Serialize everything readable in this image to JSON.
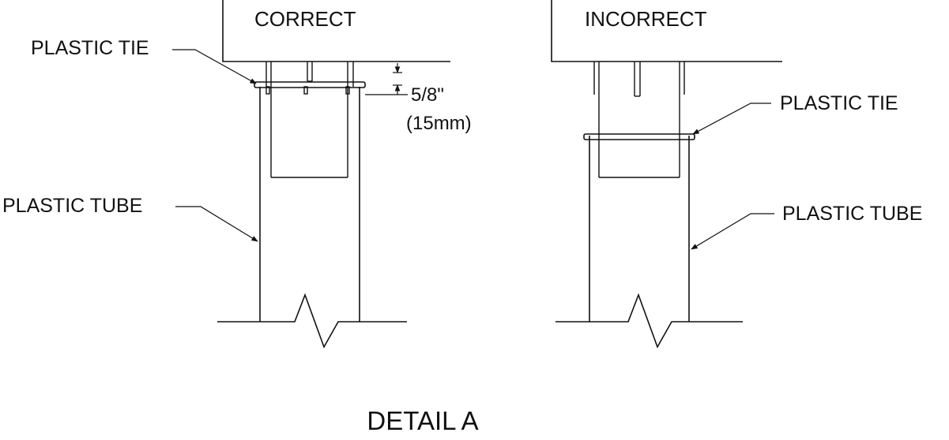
{
  "left_panel": {
    "heading": "CORRECT",
    "tie_label": "PLASTIC TIE",
    "tube_label": "PLASTIC TUBE",
    "dimension_imperial": "5/8\"",
    "dimension_metric": "(15mm)"
  },
  "right_panel": {
    "heading": "INCORRECT",
    "tie_label": "PLASTIC TIE",
    "tube_label": "PLASTIC TUBE"
  },
  "caption": "DETAIL A",
  "colors": {
    "line": "#111111",
    "background": "#ffffff"
  }
}
